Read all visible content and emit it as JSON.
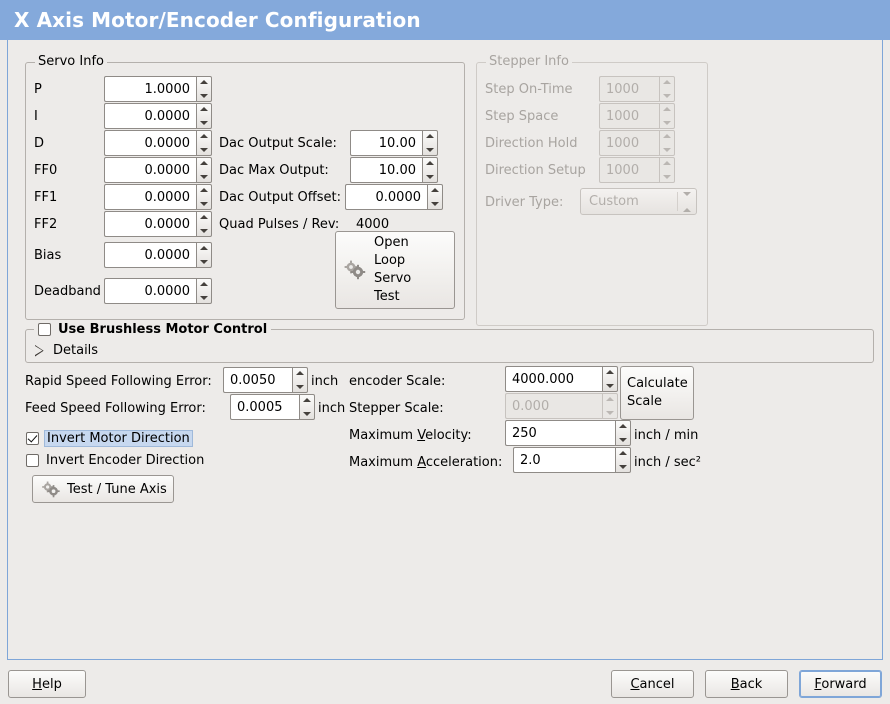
{
  "window": {
    "title": "X Axis Motor/Encoder Configuration",
    "title_bg": "#84a9db",
    "title_fg": "#ffffff",
    "bg": "#edebe9",
    "accent": "#7fa6d8"
  },
  "servo_info": {
    "legend": "Servo Info",
    "rows": [
      {
        "label": "P",
        "value": "1.0000"
      },
      {
        "label": "I",
        "value": "0.0000"
      },
      {
        "label": "D",
        "value": "0.0000"
      },
      {
        "label": "FF0",
        "value": "0.0000"
      },
      {
        "label": "FF1",
        "value": "0.0000"
      },
      {
        "label": "FF2",
        "value": "0.0000"
      },
      {
        "label": "Bias",
        "value": "0.0000"
      },
      {
        "label": "Deadband",
        "value": "0.0000"
      }
    ],
    "dac": [
      {
        "label": "Dac Output Scale:",
        "value": "10.00"
      },
      {
        "label": "Dac Max Output:",
        "value": "10.00"
      },
      {
        "label": "Dac Output Offset:",
        "value": "0.0000"
      }
    ],
    "quad_label": "Quad Pulses / Rev:",
    "quad_value": "4000",
    "open_loop_button": "Open\nLoop\nServo\nTest",
    "open_loop_lines": [
      "Open",
      "Loop",
      "Servo",
      "Test"
    ],
    "open_loop_icon": "gears-icon"
  },
  "stepper_info": {
    "legend": "Stepper Info",
    "disabled": true,
    "rows": [
      {
        "label": "Step On-Time",
        "value": "1000"
      },
      {
        "label": "Step Space",
        "value": "1000"
      },
      {
        "label": "Direction Hold",
        "value": "1000"
      },
      {
        "label": "Direction Setup",
        "value": "1000"
      }
    ],
    "driver_type_label": "Driver Type:",
    "driver_type_value": "Custom"
  },
  "brushless": {
    "checkbox_label": "Use Brushless Motor Control",
    "checked": false,
    "details_label": "Details",
    "details_expanded": false
  },
  "tuning": {
    "rapid_label": "Rapid Speed Following Error:",
    "rapid_value": "0.0050",
    "rapid_unit": "inch",
    "feed_label": "Feed Speed Following Error:",
    "feed_value": "0.0005",
    "feed_unit": "inch",
    "invert_motor_label": "Invert Motor Direction",
    "invert_motor_checked": true,
    "invert_encoder_label": "Invert Encoder Direction",
    "invert_encoder_checked": false,
    "test_tune_button": "Test / Tune Axis",
    "test_tune_icon": "gears-icon"
  },
  "scales": {
    "encoder_scale_label": "encoder Scale:",
    "encoder_scale_value": "4000.000",
    "stepper_scale_label": "Stepper Scale:",
    "stepper_scale_value": "0.000",
    "stepper_scale_disabled": true,
    "calculate_button_lines": [
      "Calculate",
      "Scale"
    ],
    "max_velocity_label_a": "Maximum ",
    "max_velocity_label_mn": "V",
    "max_velocity_label_b": "elocity:",
    "max_velocity_value": "250",
    "max_velocity_unit": "inch / min",
    "max_accel_label_a": "Maximum ",
    "max_accel_label_mn": "A",
    "max_accel_label_b": "cceleration:",
    "max_accel_value": "2.0",
    "max_accel_unit": "inch / sec²"
  },
  "footer": {
    "help_mn": "H",
    "help_rest": "elp",
    "cancel_mn": "C",
    "cancel_rest": "ancel",
    "back_mn": "B",
    "back_rest": "ack",
    "forward_mn": "F",
    "forward_rest": "orward",
    "focused": "forward-button"
  }
}
